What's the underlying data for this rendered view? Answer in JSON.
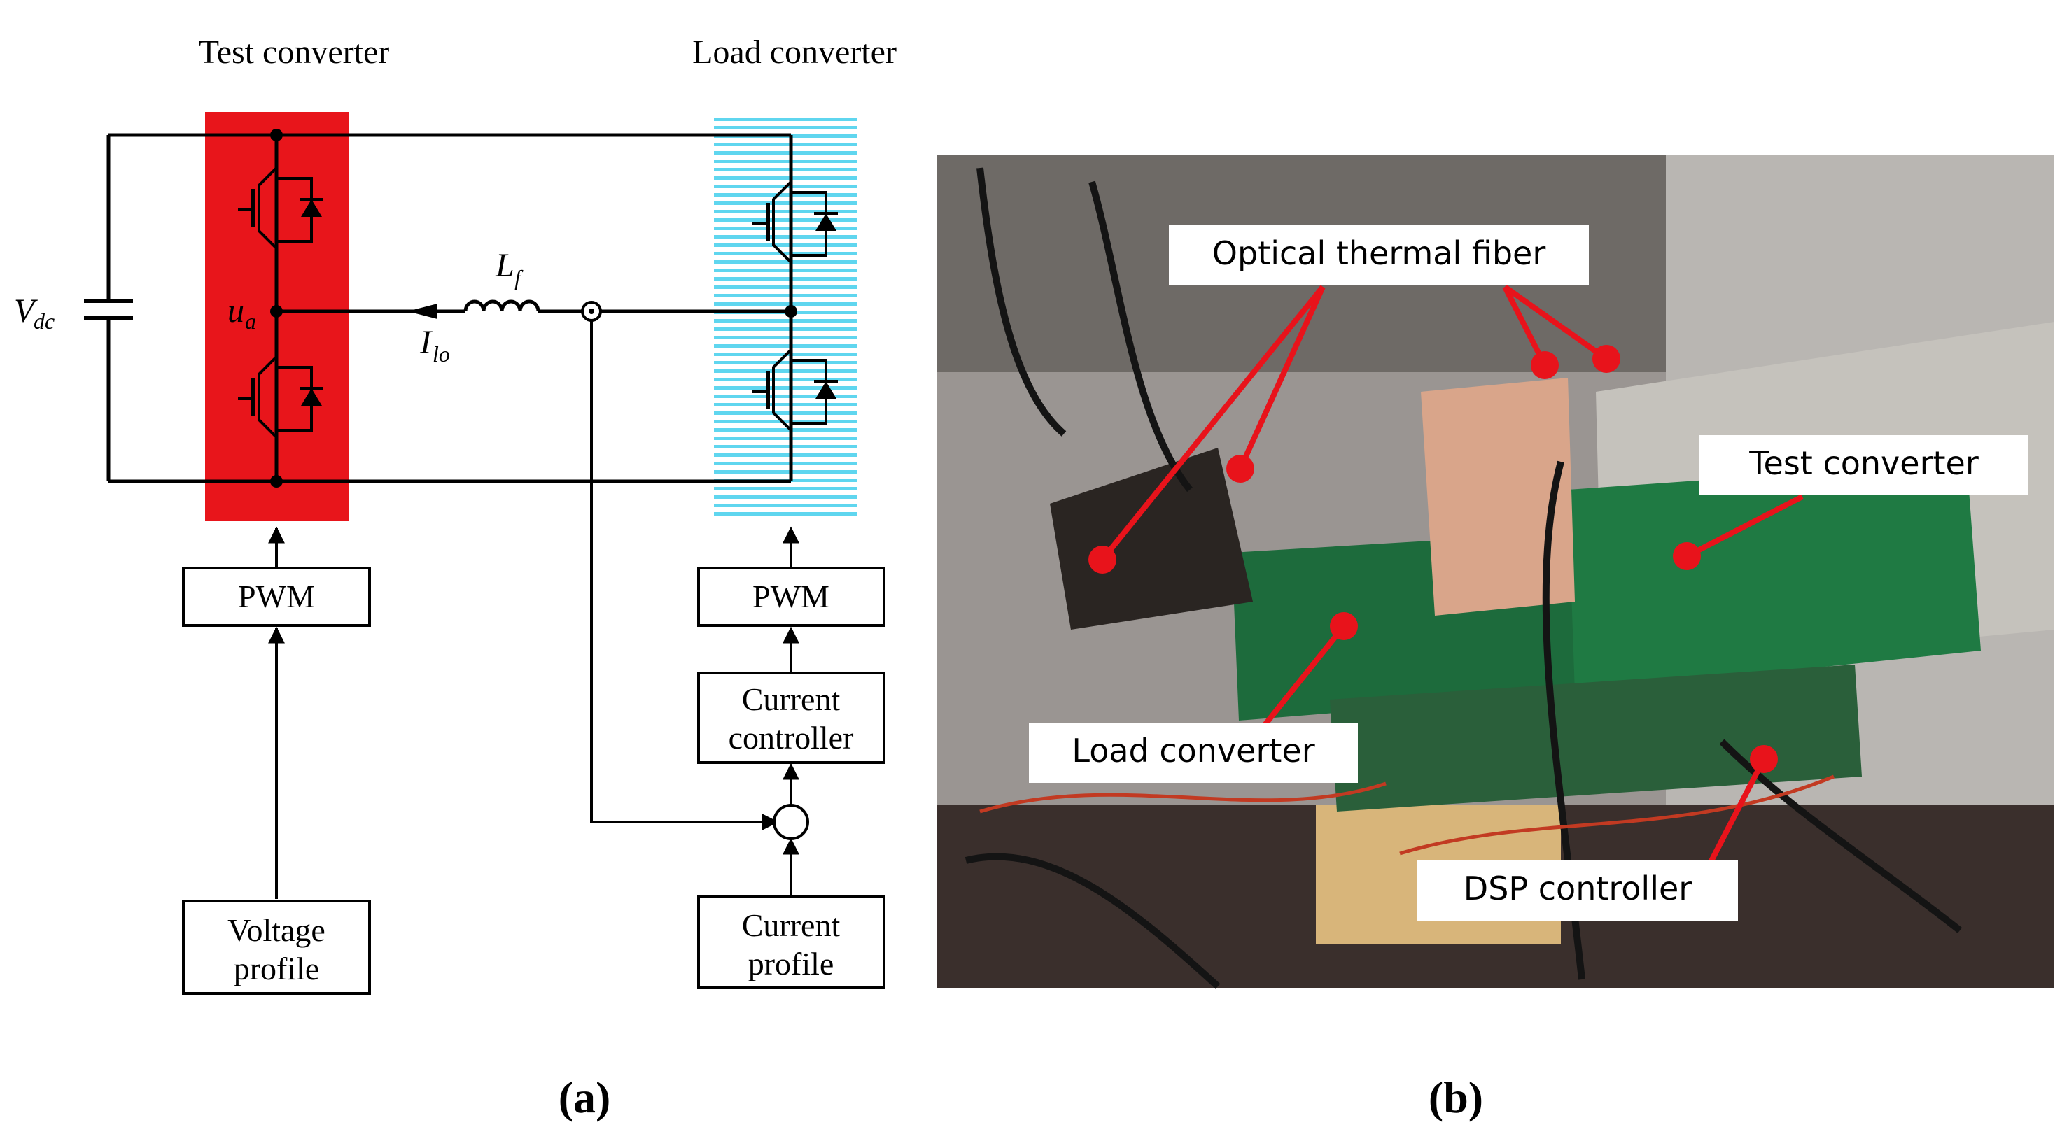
{
  "panel_a": {
    "caption": "(a)",
    "test_converter_title": "Test converter",
    "load_converter_title": "Load converter",
    "vdc_main": "V",
    "vdc_sub": "dc",
    "ua_main": "u",
    "ua_sub": "a",
    "lf_main": "L",
    "lf_sub": "f",
    "ilo_main": "I",
    "ilo_sub": "lo",
    "pwm_left": "PWM",
    "pwm_right": "PWM",
    "current_controller_line1": "Current",
    "current_controller_line2": "controller",
    "voltage_profile_line1": "Voltage",
    "voltage_profile_line2": "profile",
    "current_profile_line1": "Current",
    "current_profile_line2": "profile",
    "colors": {
      "test_fill": "#e8151b",
      "load_fill": "#5fd6ef",
      "line": "#000000"
    }
  },
  "panel_b": {
    "caption": "(b)",
    "labels": {
      "optical_thermal_fiber": "Optical thermal fiber",
      "test_converter": "Test converter",
      "load_converter": "Load converter",
      "dsp_controller": "DSP controller"
    },
    "colors": {
      "marker": "#e8131b"
    }
  }
}
